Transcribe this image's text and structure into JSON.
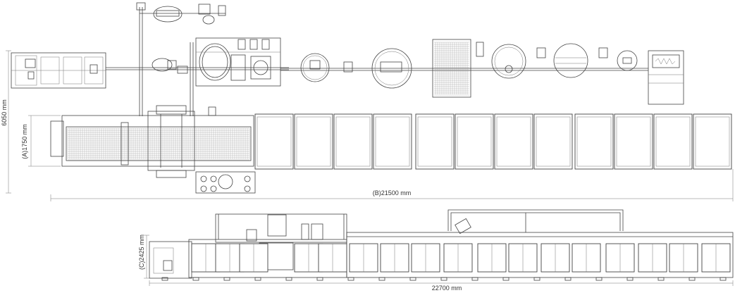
{
  "dimensions": {
    "overall_height": "6050 mm",
    "conveyor_width": "(A)1750 mm",
    "plan_length": "(B)21500 mm",
    "side_height": "(C)2425 mm",
    "side_length": "22700 mm"
  }
}
